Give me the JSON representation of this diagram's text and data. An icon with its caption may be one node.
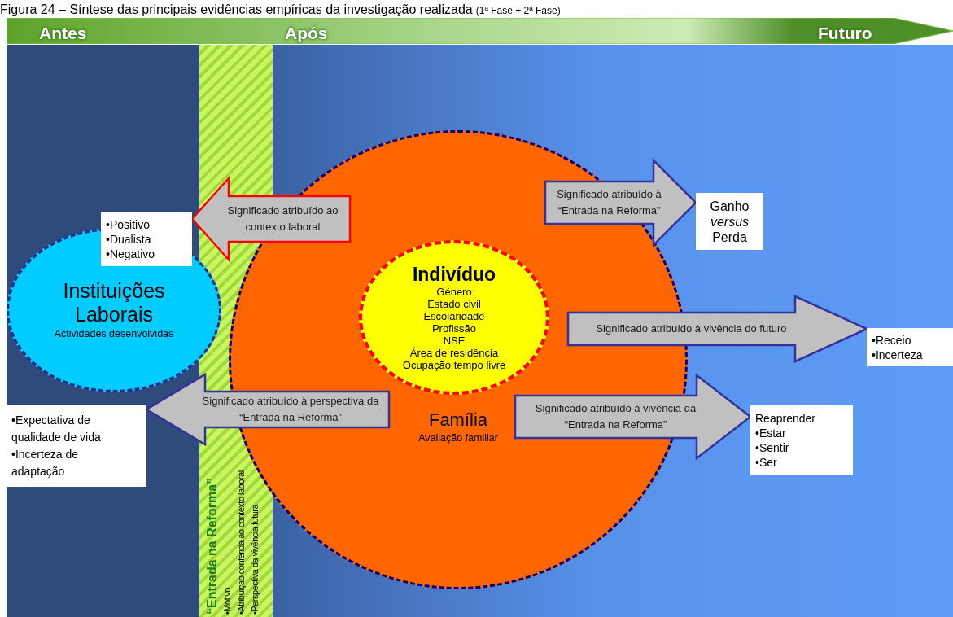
{
  "diagram": {
    "title": "Figura 24 – Síntese das principais evidências empíricas da investigação realizada",
    "nodes": [
      {
        "text": [
          "Antes",
          "Após",
          "Futuro"
        ]
      },
      {
        "text": [
          "“Entrada na Reforma”",
          "•Motivo",
          "•Atribuição conferida ao contexto laboral",
          "•Perspectiva da vivência futura"
        ]
      },
      {
        "text": [
          "Instituições Laborais",
          "Actividades desenvolvidas"
        ]
      },
      {
        "text": [
          "•Positivo",
          "•Dualista",
          "•Negativo"
        ]
      },
      {
        "text": [
          "•Expectativa de qualidade de vida",
          "•Incerteza de adaptação"
        ]
      },
      {
        "text": [
          "Família",
          "Avaliação familiar"
        ]
      },
      {
        "text": [
          "Indivíduo",
          "Género",
          "Estado civil",
          "Escolaridade",
          "Profissão",
          "NSE",
          "Área de residência",
          "Ocupação tempo livre"
        ],
        "in": 5
      },
      {
        "text": [
          "Ganho *versus* Perda"
        ]
      },
      {
        "text": [
          "•Receio",
          "•Incerteza"
        ]
      },
      {
        "text": [
          "Reaprender",
          "•Estar",
          "•Sentir",
          "•Ser"
        ]
      }
    ],
    "edges": [
      {
        "from": 5,
        "to": 3,
        "arrow": "to",
        "label": "Significado atribuído ao contexto laboral",
        "color": "#ff0000"
      },
      {
        "from": 5,
        "to": 4,
        "arrow": "to",
        "label": "Significado atribuído à perspectiva da “Entrada na Reforma”"
      },
      {
        "from": 5,
        "to": 7,
        "arrow": "to",
        "label": "Significado atribuído à “Entrada na Reforma”"
      },
      {
        "from": 5,
        "to": 8,
        "arrow": "to",
        "label": "Significado atribuído à vivência do futuro"
      },
      {
        "from": 5,
        "to": 9,
        "arrow": "to",
        "label": "Significado atribuído à vivência da “Entrada na Reforma”"
      }
    ],
    "labels": [
      "(1ª Fase + 2ª Fase)"
    ]
  }
}
